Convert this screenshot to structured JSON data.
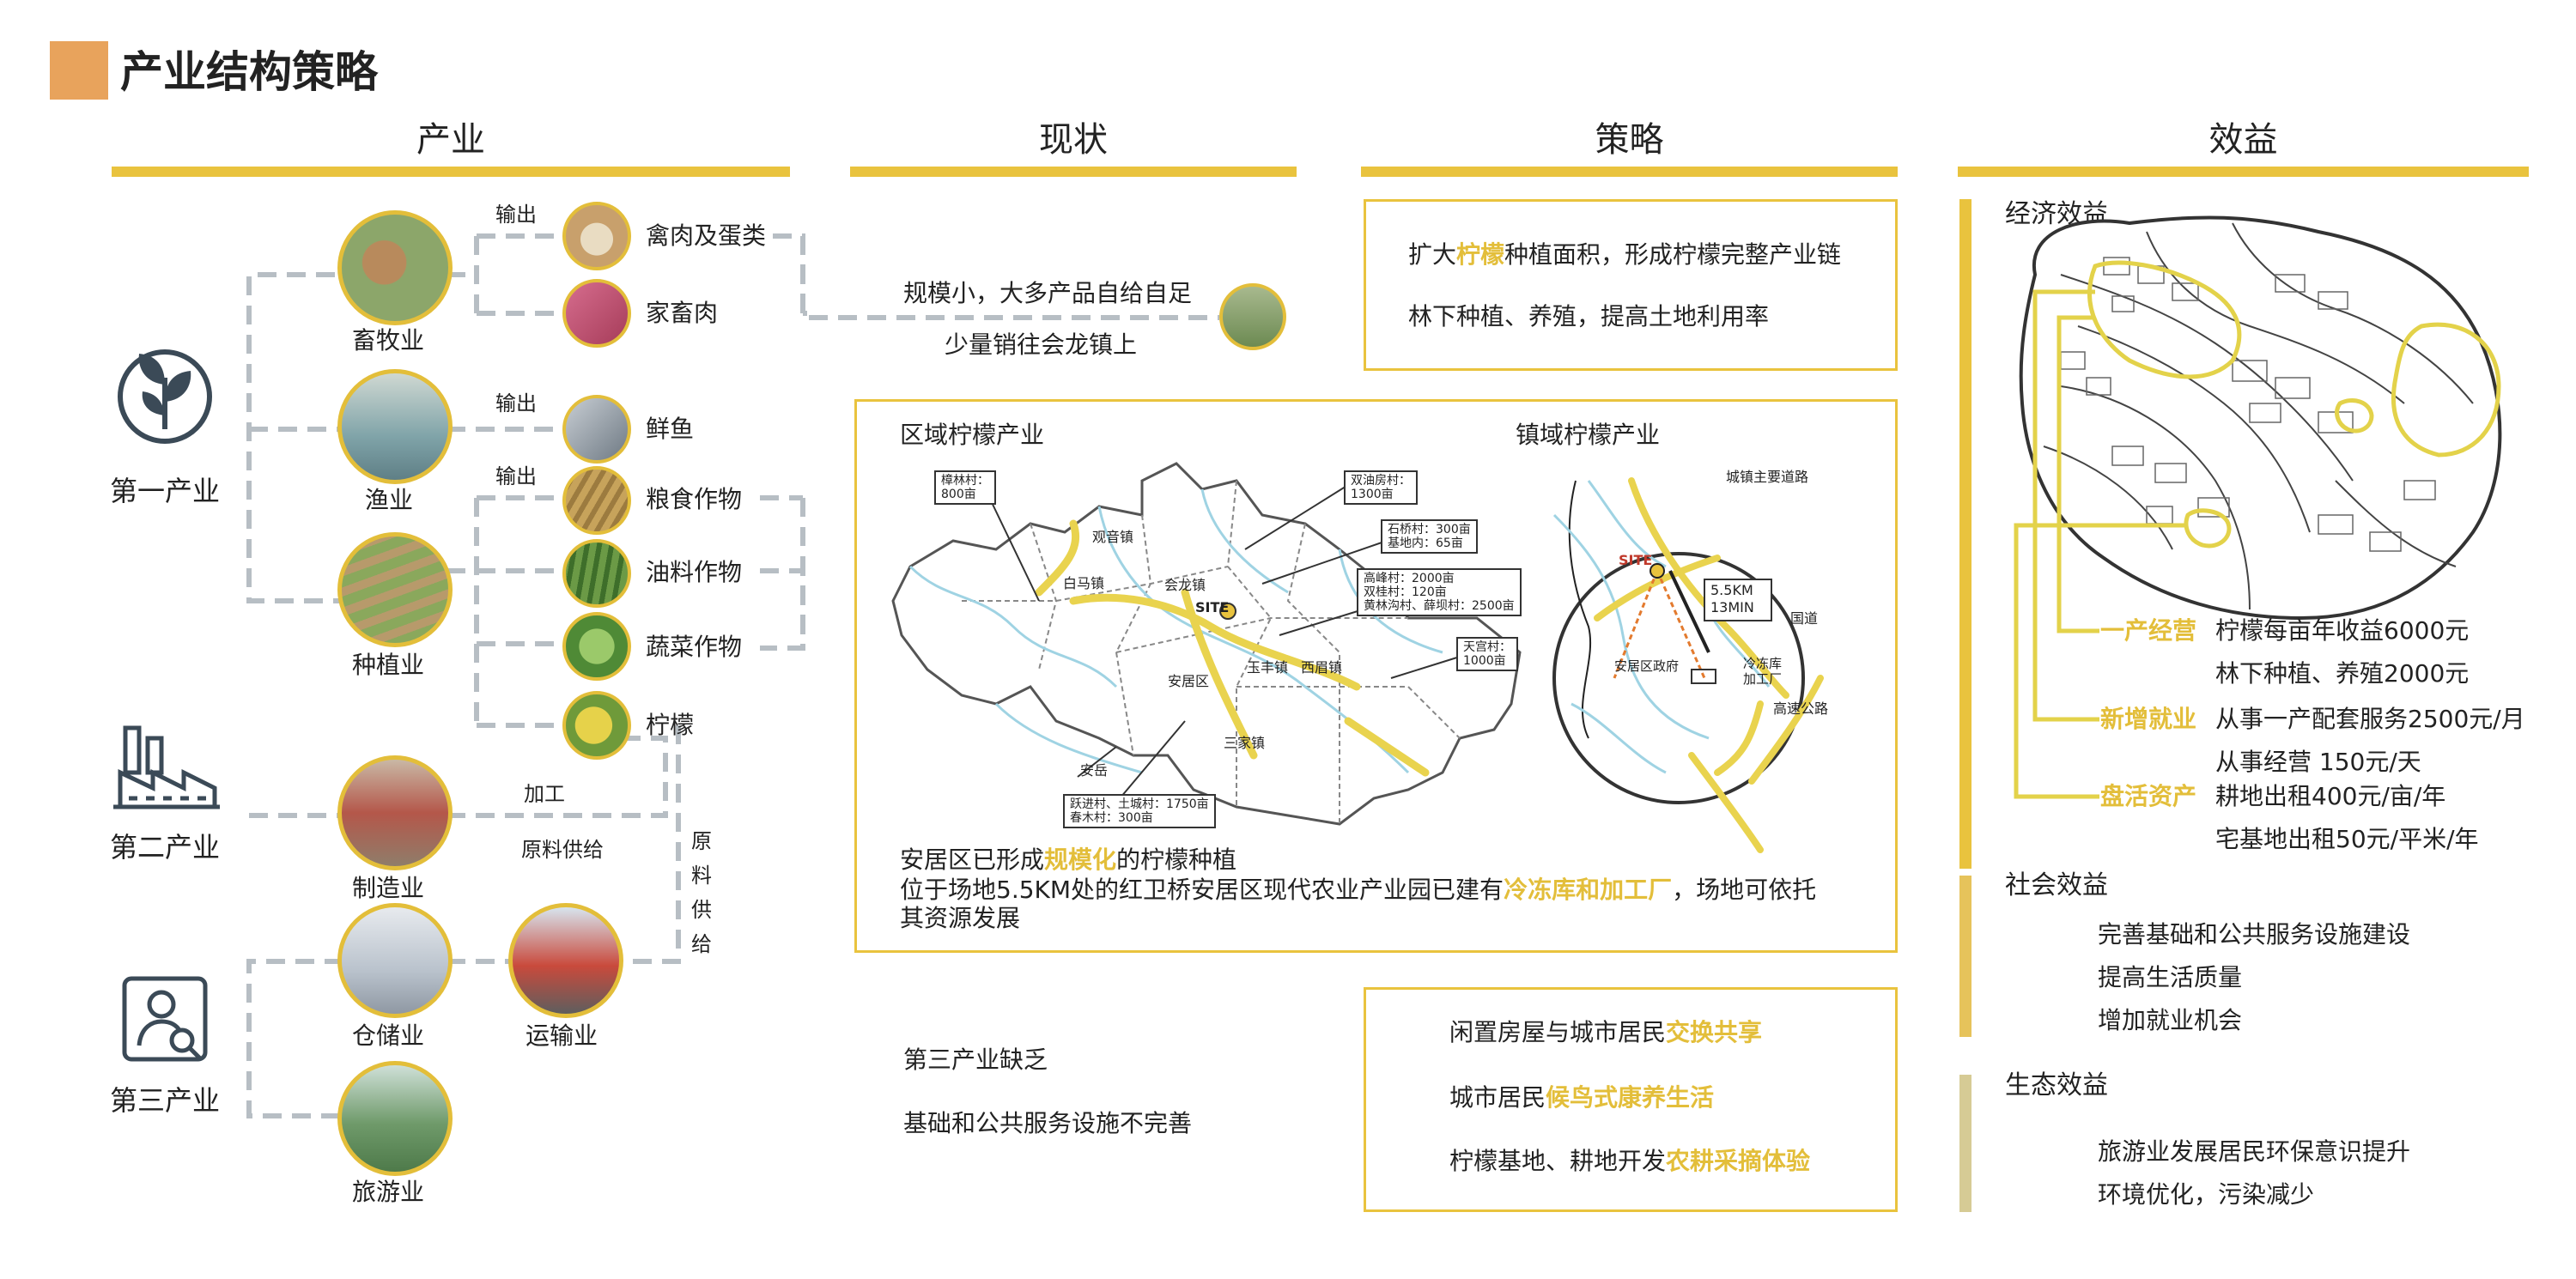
{
  "page_title": "产业结构策略",
  "columns": {
    "industry": "产业",
    "status": "现状",
    "strategy": "策略",
    "benefit": "效益"
  },
  "industry": {
    "primary": "第一产业",
    "secondary": "第二产业",
    "tertiary": "第三产业",
    "livestock": "畜牧业",
    "fishery": "渔业",
    "planting": "种植业",
    "manufacturing": "制造业",
    "storage": "仓储业",
    "transport": "运输业",
    "tourism": "旅游业",
    "export1": "输出",
    "export2": "输出",
    "export3": "输出",
    "poultry": "禽肉及蛋类",
    "meat": "家畜肉",
    "fish": "鲜鱼",
    "grain": "粮食作物",
    "oil": "油料作物",
    "veg": "蔬菜作物",
    "lemon": "柠檬",
    "processing": "加工",
    "supply": "原料供给",
    "supply_v": [
      "原",
      "料",
      "供",
      "给"
    ]
  },
  "status": {
    "line1": "规模小，大多产品自给自足",
    "line2": "少量销往会龙镇上",
    "tertiary1": "第三产业缺乏",
    "tertiary2": "基础和公共服务设施不完善"
  },
  "strategy": {
    "s1_pre": "扩大",
    "s1_hl": "柠檬",
    "s1_post": "种植面积，形成柠檬完整产业链",
    "s2": "林下种植、养殖，提高土地利用率",
    "t1_pre": "闲置房屋与城市居民",
    "t1_hl": "交换共享",
    "t2_pre": "城市居民",
    "t2_hl": "候鸟式康养生活",
    "t3_pre": "柠檬基地、耕地开发",
    "t3_hl": "农耕采摘体验"
  },
  "lemon_panel": {
    "regional_title": "区域柠檬产业",
    "town_title": "镇域柠檬产业",
    "villages": {
      "zhanglin": [
        "樟林村：",
        "800亩"
      ],
      "shuangyou": [
        "双油房村：",
        "1300亩"
      ],
      "shiqiao": [
        "石桥村：300亩",
        "基地内：65亩"
      ],
      "gaofeng": [
        "高峰村：2000亩",
        "双桂村：120亩",
        "黄林沟村、薛坝村：2500亩"
      ],
      "tiangong": [
        "天宫村：",
        "1000亩"
      ],
      "yuejin": [
        "跃进村、土城村：1750亩",
        "春木村：300亩"
      ]
    },
    "places": {
      "guanyin": "观音镇",
      "baima": "白马镇",
      "huilong": "会龙镇",
      "site": "SITE",
      "anju": "安居区",
      "yufeng": "玉丰镇",
      "ximei": "西眉镇",
      "sanjia": "三家镇",
      "anyue": "安岳"
    },
    "town_labels": {
      "main_road": "城镇主要道路",
      "site": "SITE",
      "distance": "5.5KM",
      "time": "13MIN",
      "national_road": "国道",
      "gov": "安居区政府",
      "cold1": "冷冻库",
      "cold2": "加工厂",
      "highway": "高速公路"
    },
    "desc1_pre": "安居区已形成",
    "desc1_hl": "规模化",
    "desc1_post": "的柠檬种植",
    "desc2_pre": "位于场地5.5KM处的红卫桥安居区现代农业产业园已建有",
    "desc2_hl": "冷冻库和加工厂",
    "desc2_post": "，场地可依托",
    "desc3": "其资源发展"
  },
  "benefit": {
    "economic": "经济效益",
    "e1_tag": "一产经营",
    "e1_a": "柠檬每亩年收益6000元",
    "e1_b": "林下种植、养殖2000元",
    "e2_tag": "新增就业",
    "e2_a": "从事一产配套服务2500元/月",
    "e2_b": "从事经营 150元/天",
    "e3_tag": "盘活资产",
    "e3_a": "耕地出租400元/亩/年",
    "e3_b": "宅基地出租50元/平米/年",
    "social": "社会效益",
    "s1": "完善基础和公共服务设施建设",
    "s2": "提高生活质量",
    "s3": "增加就业机会",
    "eco": "生态效益",
    "g1": "旅游业发展居民环保意识提升",
    "g2": "环境优化，污染减少"
  },
  "colors": {
    "accent": "#E9C33E",
    "title_square": "#E8A35C",
    "dash": "#B7BEC4",
    "social_bar": "#E6C35B",
    "eco_bar": "#D6CB95"
  }
}
